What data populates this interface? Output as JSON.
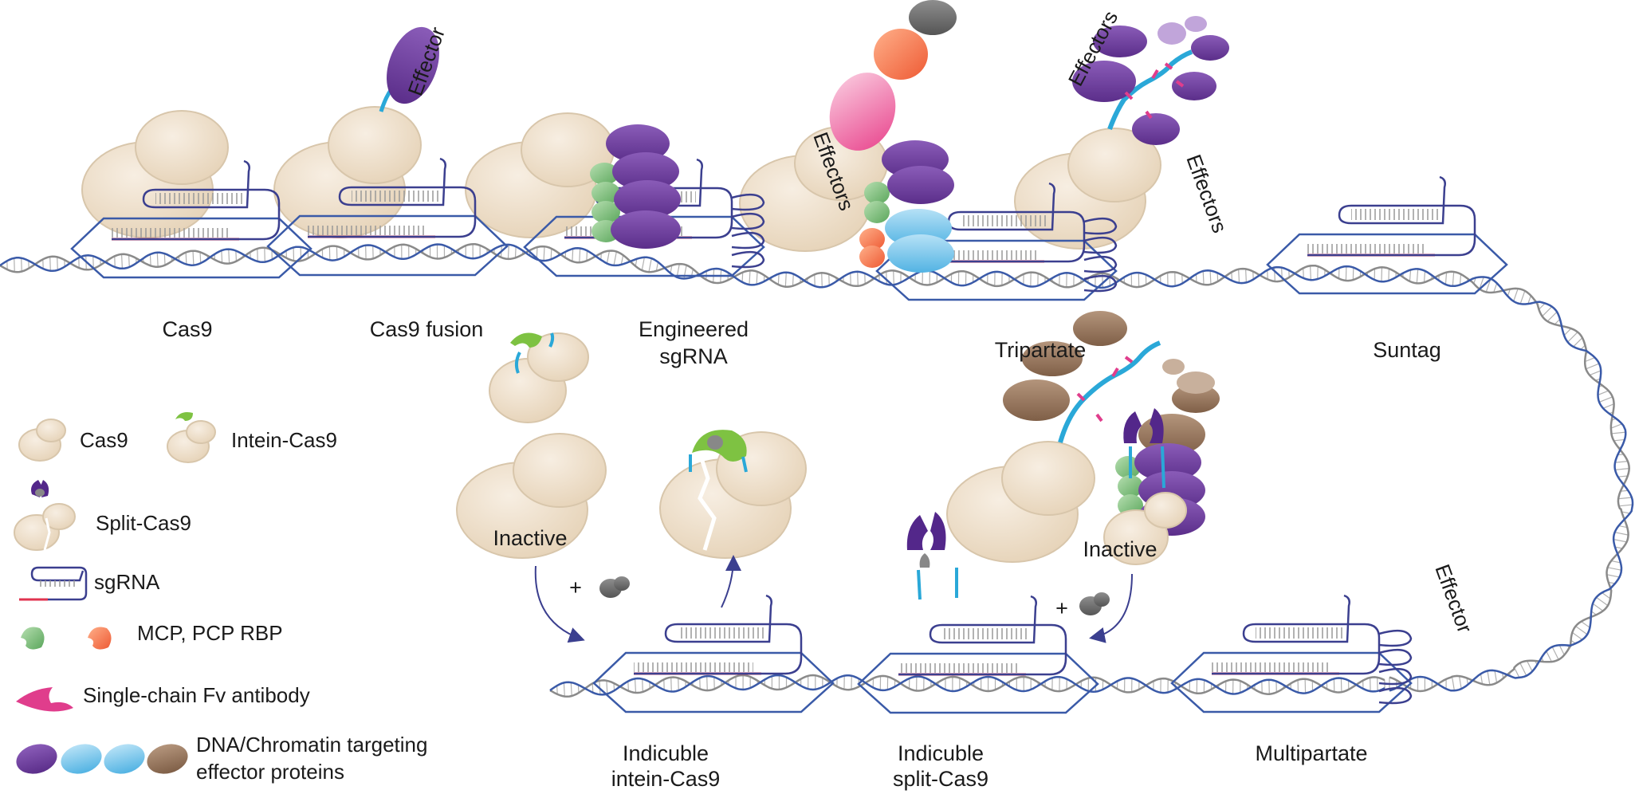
{
  "labels": {
    "cas9": "Cas9",
    "cas9_fusion": "Cas9 fusion",
    "engineered_1": "Engineered",
    "engineered_2": "sgRNA",
    "tripartate": "Tripartate",
    "suntag": "Suntag",
    "inducible_intein_1": "Indicuble",
    "inducible_intein_2": "intein-Cas9",
    "inducible_split_1": "Indicuble",
    "inducible_split_2": "split-Cas9",
    "multipartate": "Multipartate",
    "inactive_intein": "Inactive",
    "inactive_split": "Inactive",
    "plus": "+",
    "effector_single": "Effector",
    "effectors_engineered": "Effectors",
    "effectors_tri_top": "Effectors",
    "effectors_tri_side": "Effectors",
    "effector_multi": "Effector"
  },
  "legend": {
    "cas9": "Cas9",
    "intein_cas9": "Intein-Cas9",
    "split_cas9": "Split-Cas9",
    "sgrna": "sgRNA",
    "rbp": "MCP, PCP RBP",
    "scfv": "Single-chain Fv antibody",
    "effectors_1": "DNA/Chromatin targeting",
    "effectors_2": "effector proteins"
  },
  "colors": {
    "cas9": "#efe2cf",
    "cas9_stroke": "#d8c6ab",
    "dna_blue": "#3a5aa8",
    "dna_grey": "#8a8a8a",
    "sgrna": "#3b3f8f",
    "guide_red": "#e0334f",
    "linker": "#2aa8d8",
    "effector_purple": "#6a3d9a",
    "effector_blue": "#6fc3ea",
    "effector_brown": "#9b7b62",
    "rbp_green": "#6ab46a",
    "rbp_orange": "#f06a45",
    "scfv_pink": "#e03d8c",
    "intein_green": "#7ec242",
    "split_purple": "#53278a",
    "inducer_grey": "#7a7a7a"
  }
}
